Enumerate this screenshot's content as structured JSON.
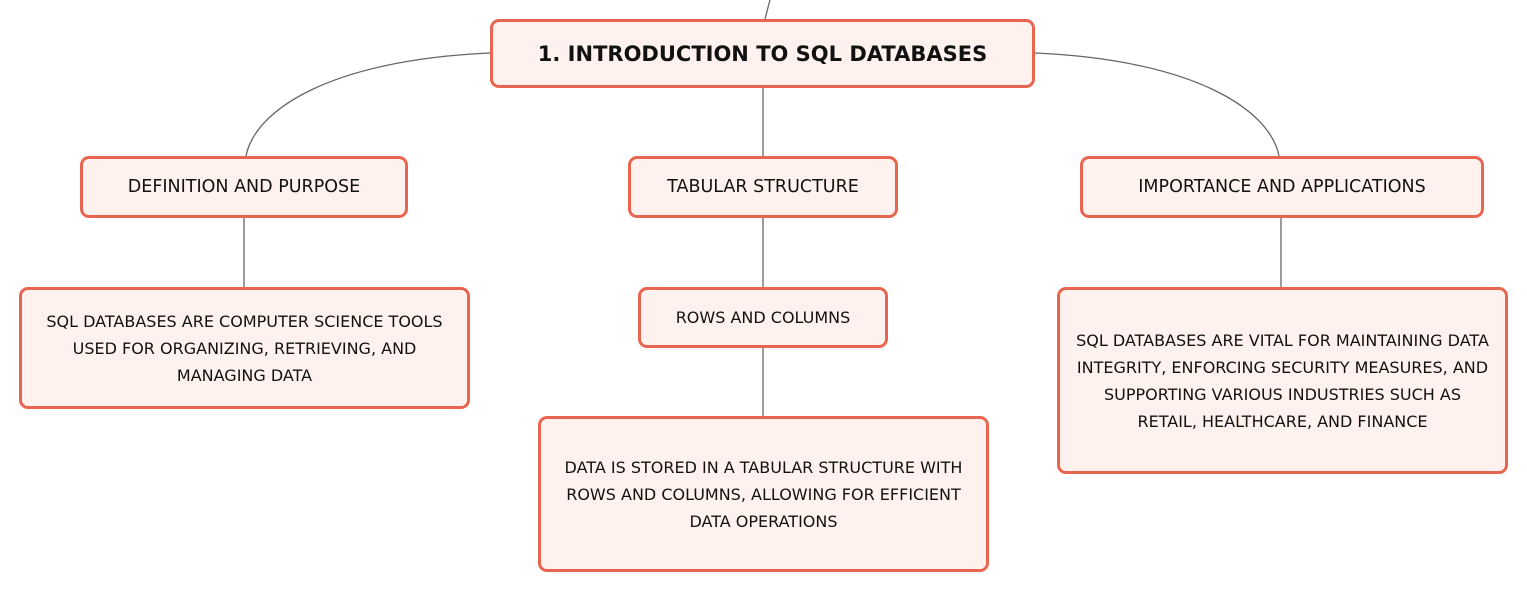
{
  "mindmap": {
    "root": "1. INTRODUCTION TO SQL DATABASES",
    "branches": [
      {
        "title": "DEFINITION AND PURPOSE",
        "detail": "SQL DATABASES ARE COMPUTER SCIENCE TOOLS USED FOR ORGANIZING, RETRIEVING, AND MANAGING DATA"
      },
      {
        "title": "TABULAR STRUCTURE",
        "child": "ROWS AND COLUMNS",
        "detail": "DATA IS STORED IN A TABULAR STRUCTURE WITH ROWS AND COLUMNS, ALLOWING FOR EFFICIENT DATA OPERATIONS"
      },
      {
        "title": "IMPORTANCE AND APPLICATIONS",
        "detail": "SQL DATABASES ARE VITAL FOR MAINTAINING DATA INTEGRITY, ENFORCING SECURITY MEASURES, AND SUPPORTING VARIOUS INDUSTRIES SUCH AS RETAIL, HEALTHCARE, AND FINANCE"
      }
    ]
  },
  "colors": {
    "node_border": "#e8664f",
    "node_fill": "#fff2ee",
    "connector": "#666666",
    "text": "#111111"
  }
}
